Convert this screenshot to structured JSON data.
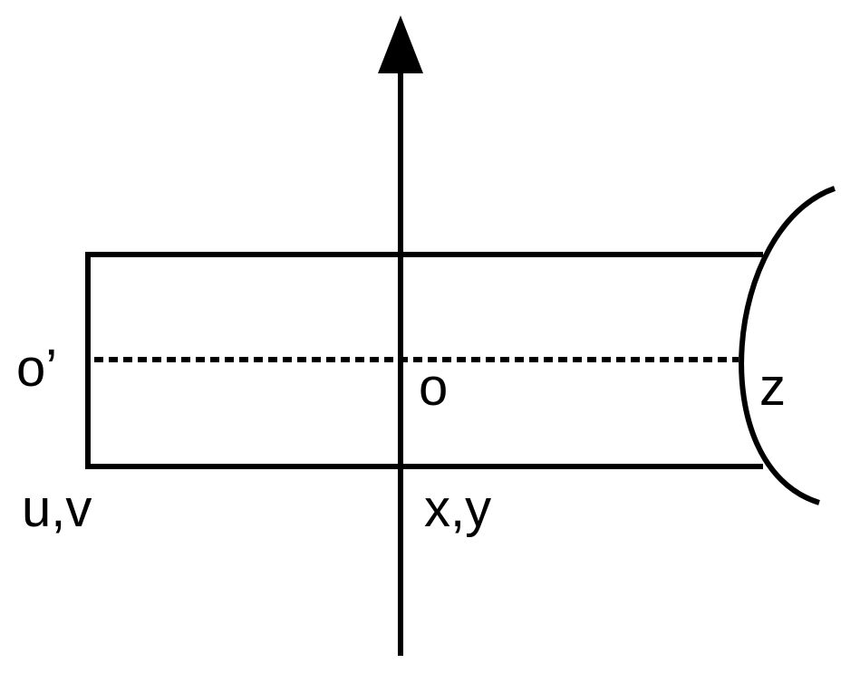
{
  "labels": {
    "o_prime": "o’",
    "o": "o",
    "z": "z",
    "uv": "u,v",
    "xy": "x,y"
  },
  "colors": {
    "stroke": "#000000",
    "background": "#ffffff"
  }
}
